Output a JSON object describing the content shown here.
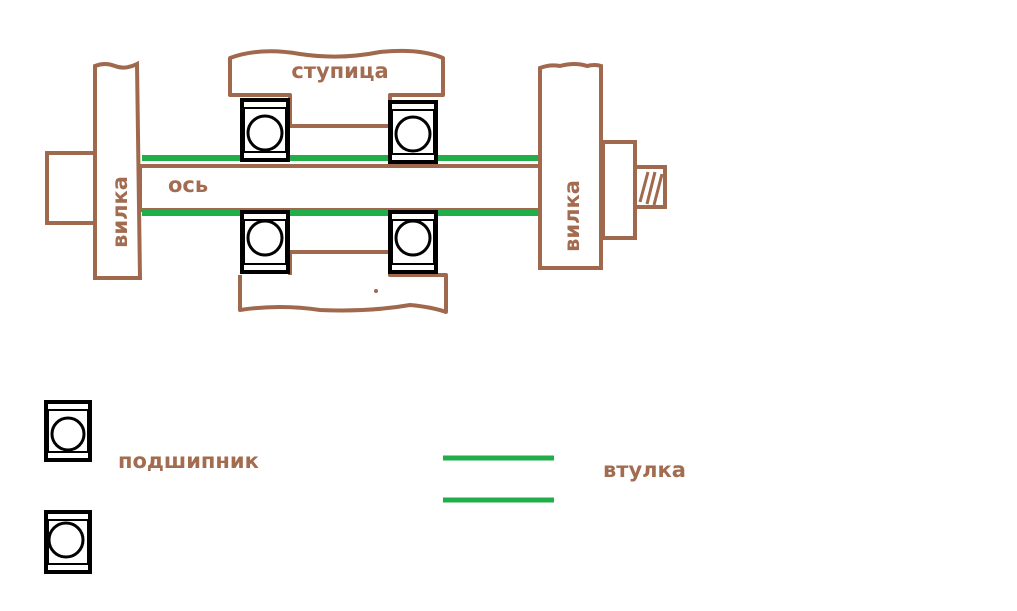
{
  "colors": {
    "outline": "#a0694e",
    "label": "#a36b4f",
    "bushing": "#1fae48",
    "bearing": "#000000",
    "background": "#ffffff"
  },
  "diagram": {
    "labels": {
      "hub": "ступица",
      "axle": "ось",
      "fork_left": "вилка",
      "fork_right": "вилка"
    }
  },
  "legend": {
    "bearing": {
      "label": "подшипник",
      "icon": "bearing-icon"
    },
    "bushing": {
      "label": "втулка",
      "icon": "bushing-lines-icon"
    }
  }
}
